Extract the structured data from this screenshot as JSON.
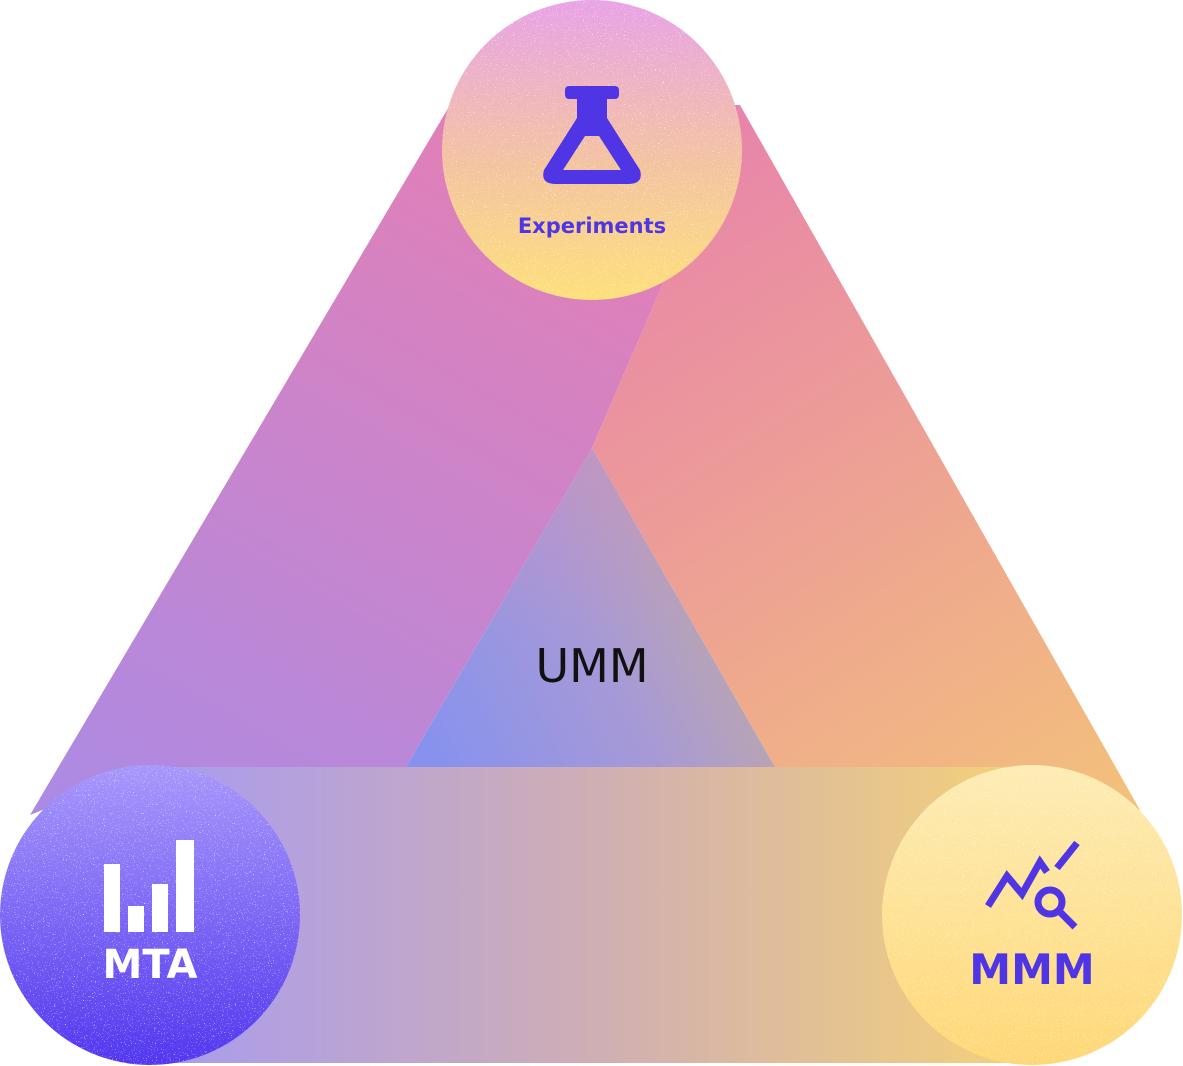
{
  "diagram": {
    "center_label": "UMM",
    "nodes": {
      "top": {
        "label": "Experiments",
        "icon": "flask-icon"
      },
      "left": {
        "label": "MTA",
        "icon": "bar-chart-icon"
      },
      "right": {
        "label": "MMM",
        "icon": "trend-search-icon"
      }
    }
  },
  "colors": {
    "icon_purple": "#4f35e3",
    "left_circle_top": "#a593fb",
    "left_circle_bottom": "#5539f0",
    "top_circle_top": "#e9a4e4",
    "top_circle_bottom": "#fcdc80",
    "right_circle_top": "#fdeab0",
    "right_circle_bottom": "#fed97a",
    "band_pink": "#e07eb7",
    "band_orange": "#f3bf7b",
    "band_purple": "#b18be2"
  }
}
